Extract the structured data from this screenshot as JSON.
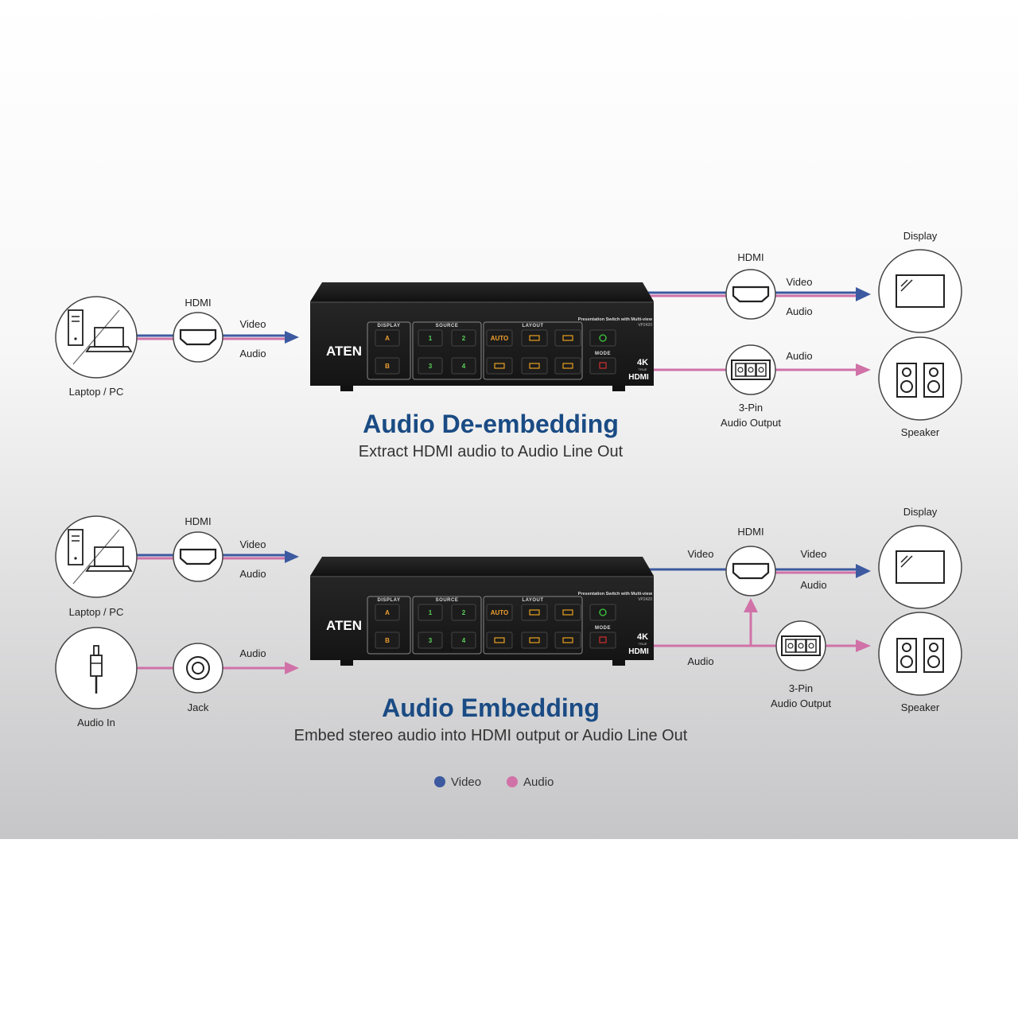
{
  "colors": {
    "video": "#3d5aa0",
    "audio": "#d072a8",
    "title": "#1a4b84"
  },
  "device": {
    "brand": "ATEN",
    "subtitle": "Presentation Switch with Multi-view",
    "model": "VP2420",
    "groups": {
      "display": "DISPLAY",
      "source": "SOURCE",
      "layout": "LAYOUT"
    },
    "buttons": {
      "display_a": "A",
      "display_b": "B",
      "source_1": "1",
      "source_2": "2",
      "source_3": "3",
      "source_4": "4",
      "auto": "AUTO"
    },
    "mode": "MODE",
    "badge_4k": "4K",
    "badge_true": "TRUE",
    "badge_hdmi": "HDMI"
  },
  "deembedding": {
    "title": "Audio De-embedding",
    "subtitle": "Extract HDMI audio to Audio Line Out",
    "source_label": "Laptop / PC",
    "input_port": "HDMI",
    "in_video": "Video",
    "in_audio": "Audio",
    "out_port": "HDMI",
    "out_video": "Video",
    "out_audio": "Audio",
    "display_label": "Display",
    "line_audio": "Audio",
    "pin_label_1": "3-Pin",
    "pin_label_2": "Audio Output",
    "speaker_label": "Speaker"
  },
  "embedding": {
    "title": "Audio Embedding",
    "subtitle": "Embed stereo audio into HDMI output or Audio Line Out",
    "source_label": "Laptop / PC",
    "input_port": "HDMI",
    "in_video": "Video",
    "in_audio": "Audio",
    "audio_in_label": "Audio In",
    "jack_label": "Jack",
    "jack_audio": "Audio",
    "out_port": "HDMI",
    "pre_video": "Video",
    "out_video": "Video",
    "out_audio": "Audio",
    "branch_audio": "Audio",
    "display_label": "Display",
    "pin_label_1": "3-Pin",
    "pin_label_2": "Audio Output",
    "speaker_label": "Speaker"
  },
  "legend": {
    "video": "Video",
    "audio": "Audio"
  }
}
